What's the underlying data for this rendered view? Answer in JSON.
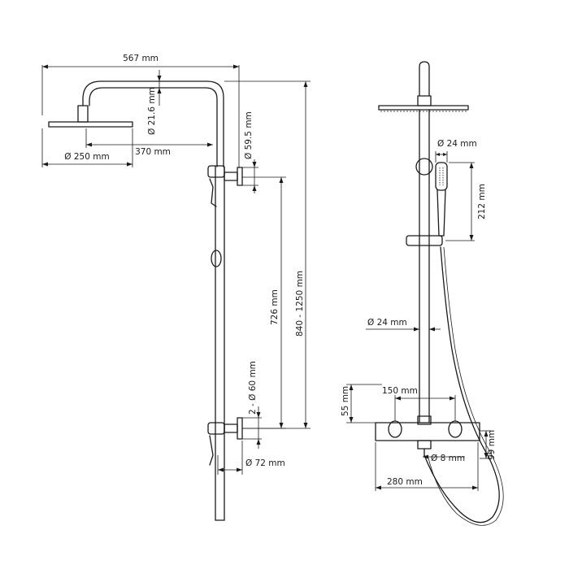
{
  "labels": {
    "overall_width": "567 mm",
    "arm_pipe_diameter": "Ø 21.6 mm",
    "arm_length": "370 mm",
    "head_diameter": "Ø 250 mm",
    "pipe_diameter_upper": "Ø 59.5 mm",
    "bracket_spacing": "726 mm",
    "total_height": "840 - 1250 mm",
    "bracket_diameter": "2 - Ø 60 mm",
    "wall_flange": "Ø 72 mm",
    "hand_shower_diameter": "Ø 24 mm",
    "hand_shower_length": "212 mm",
    "riser_diameter": "Ø 24 mm",
    "inlet_spacing": "150 mm",
    "mixer_height": "55 mm",
    "outlet_diameter": "Ø 8 mm",
    "mixer_depth": "99 mm",
    "mixer_width": "280 mm"
  }
}
